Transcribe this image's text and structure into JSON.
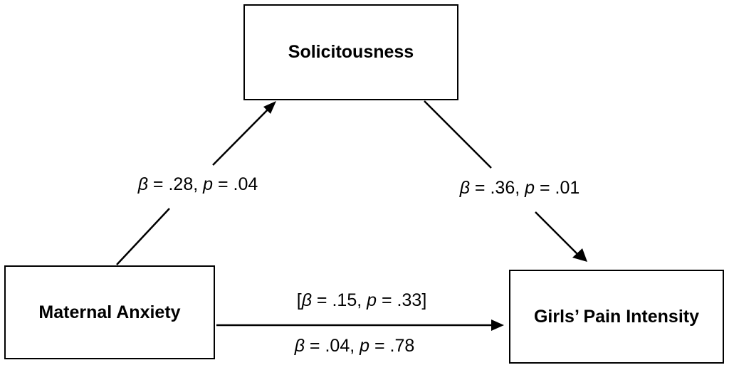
{
  "nodes": {
    "mediator": "Solicitousness",
    "predictor": "Maternal Anxiety",
    "outcome": "Girls’ Pain Intensity"
  },
  "paths": {
    "a": {
      "beta_symbol": "β",
      "beta_sep": " = ",
      "beta": ".28,",
      "p_symbol": "p",
      "p_sep": " = ",
      "p": ".04"
    },
    "b": {
      "beta_symbol": "β",
      "beta_sep": " = ",
      "beta": ".36,",
      "p_symbol": "p",
      "p_sep": " = ",
      "p": ".01"
    },
    "c_prime": {
      "open": "[",
      "beta_symbol": "β",
      "beta_sep": " = ",
      "beta": ".15,",
      "p_symbol": "p",
      "p_sep": " = ",
      "p": ".33",
      "close": "]"
    },
    "c": {
      "beta_symbol": "β",
      "beta_sep": " = ",
      "beta": ".04,",
      "p_symbol": "p",
      "p_sep": " = ",
      "p": ".78"
    }
  },
  "colors": {
    "line": "#000000",
    "background": "#ffffff"
  }
}
